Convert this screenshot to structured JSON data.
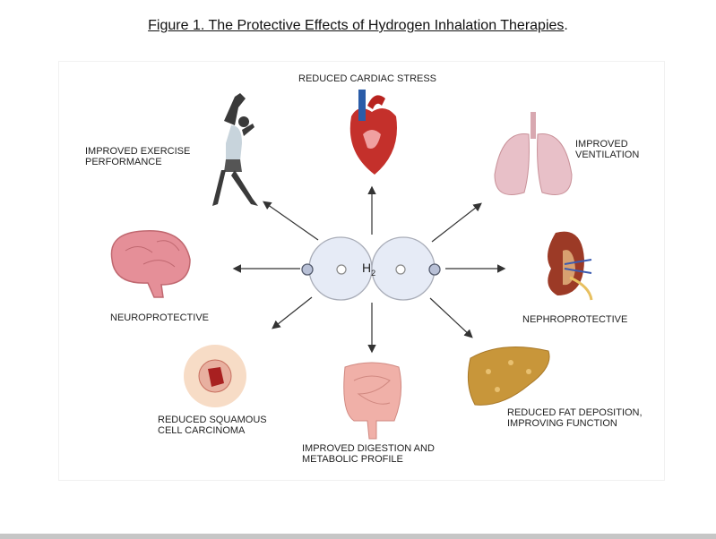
{
  "title": {
    "main": "Figure 1. The Protective Effects of Hydrogen Inhalation Therapies",
    "period": "."
  },
  "center": {
    "label": "H",
    "subscript": "2"
  },
  "effects": {
    "cardiac": "REDUCED CARDIAC STRESS",
    "exercise": [
      "IMPROVED EXERCISE",
      "PERFORMANCE"
    ],
    "ventilation": [
      "IMPROVED",
      "VENTILATION"
    ],
    "neuro": "NEUROPROTECTIVE",
    "nephro": "NEPHROPROTECTIVE",
    "squamous": [
      "REDUCED SQUAMOUS",
      "CELL CARCINOMA"
    ],
    "digestion": [
      "IMPROVED DIGESTION AND",
      "METABOLIC PROFILE"
    ],
    "fat": [
      "REDUCED FAT DEPOSITION,",
      "IMPROVING FUNCTION"
    ]
  }
}
